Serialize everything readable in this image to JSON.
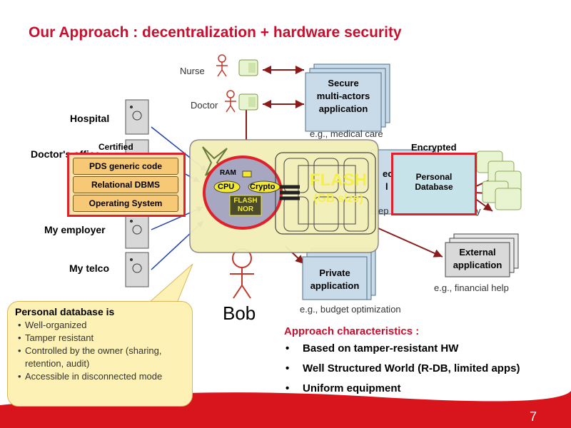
{
  "title": "Our Approach : decentralization + hardware security",
  "actors": {
    "nurse": "Nurse",
    "doctor": "Doctor",
    "bob": "Bob"
  },
  "servers": {
    "hospital": "Hospital",
    "doctors_office": "Doctor's office",
    "certified": "Certified",
    "employer": "My employer",
    "telco": "My telco"
  },
  "apps": {
    "secure_line1": "Secure",
    "secure_line2": "multi-actors",
    "secure_line3": "application",
    "secure_caption": "e.g., medical care",
    "private_line1": "Private",
    "private_line2": "application",
    "private_caption": "e.g., budget optimization",
    "external_line1": "External",
    "external_line2": "application",
    "external_caption": "e.g., financial help",
    "hidden_fragment_1": "ec",
    "hidden_fragment_2": "l",
    "hidden_fragment_3": "ep",
    "hidden_fragment_4": "y"
  },
  "encrypted": {
    "label": "Encrypted",
    "db_line1": "Personal",
    "db_line2": "Database"
  },
  "stack": {
    "pds": "PDS generic code",
    "dbms": "Relational DBMS",
    "os": "Operating System"
  },
  "chip": {
    "ram": "RAM",
    "cpu": "CPU",
    "crypto": "Crypto",
    "flash_nor_1": "FLASH",
    "flash_nor_2": "NOR",
    "flash_big": "FLASH",
    "flash_size": "(GB size)"
  },
  "bubble": {
    "heading": "Personal database is",
    "items": [
      "Well-organized",
      "Tamper resistant",
      "Controlled by the owner (sharing, retention, audit)",
      "Accessible in disconnected mode"
    ]
  },
  "characteristics": {
    "heading": "Approach characteristics :",
    "items": [
      "Based on tamper-resistant HW",
      "Well Structured World (R-DB, limited apps)",
      "Uniform equipment"
    ]
  },
  "page_number": "7",
  "colors": {
    "title_red": "#c8102e",
    "doc_blue": "#c9dbe9",
    "arrow_dark_red": "#8b1a1a",
    "arrow_blue": "#1f3fae",
    "stack_orange": "#f7c977",
    "bubble_yellow": "#fdf1b6",
    "footer_red": "#d8141c"
  }
}
